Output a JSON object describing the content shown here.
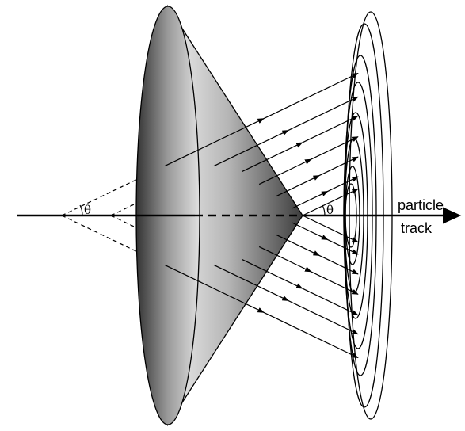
{
  "labels": {
    "theta_left": "θ",
    "theta_right": "θ",
    "particle": "particle",
    "track": "track"
  },
  "colors": {
    "ink": "#000000",
    "cone_dark": "#3a3a3a",
    "cone_light": "#e6e6e6",
    "background": "#ffffff"
  }
}
